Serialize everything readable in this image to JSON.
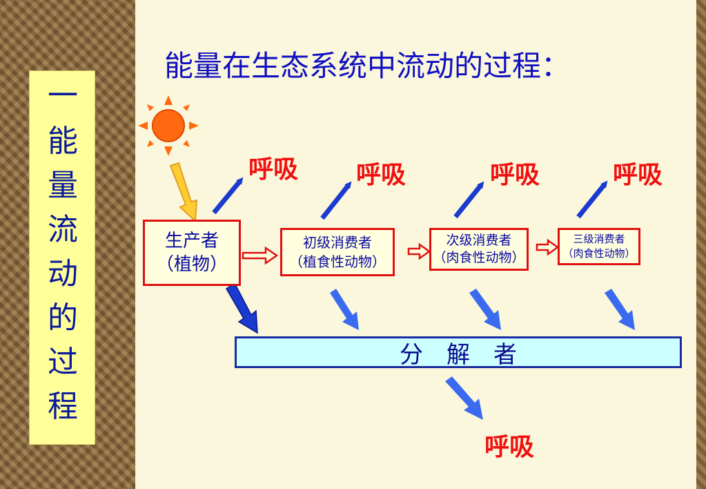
{
  "sidebar": {
    "chars": [
      "一",
      "能",
      "量",
      "流",
      "动",
      "的",
      "过",
      "程"
    ]
  },
  "title": "能量在生态系统中流动的过程：",
  "producer": {
    "line1": "生产者",
    "line2": "（植物）"
  },
  "primary": {
    "line1": "初级消费者",
    "line2": "（植食性动物）"
  },
  "secondary": {
    "line1": "次级消费者",
    "line2": "（肉食性动物）"
  },
  "tertiary": {
    "line1": "三级消费者",
    "line2": "（肉食性动物）"
  },
  "respiration": {
    "r1": "呼吸",
    "r2": "呼吸",
    "r3": "呼吸",
    "r4": "呼吸",
    "r5": "呼吸"
  },
  "decomposer": "分　解　者",
  "colors": {
    "blue_arrow": "#1a3ad0",
    "light_blue_arrow": "#3a6af0",
    "red": "#e01010",
    "sun": "#ff6a10",
    "yellow_arrow": "#ffcc33"
  }
}
